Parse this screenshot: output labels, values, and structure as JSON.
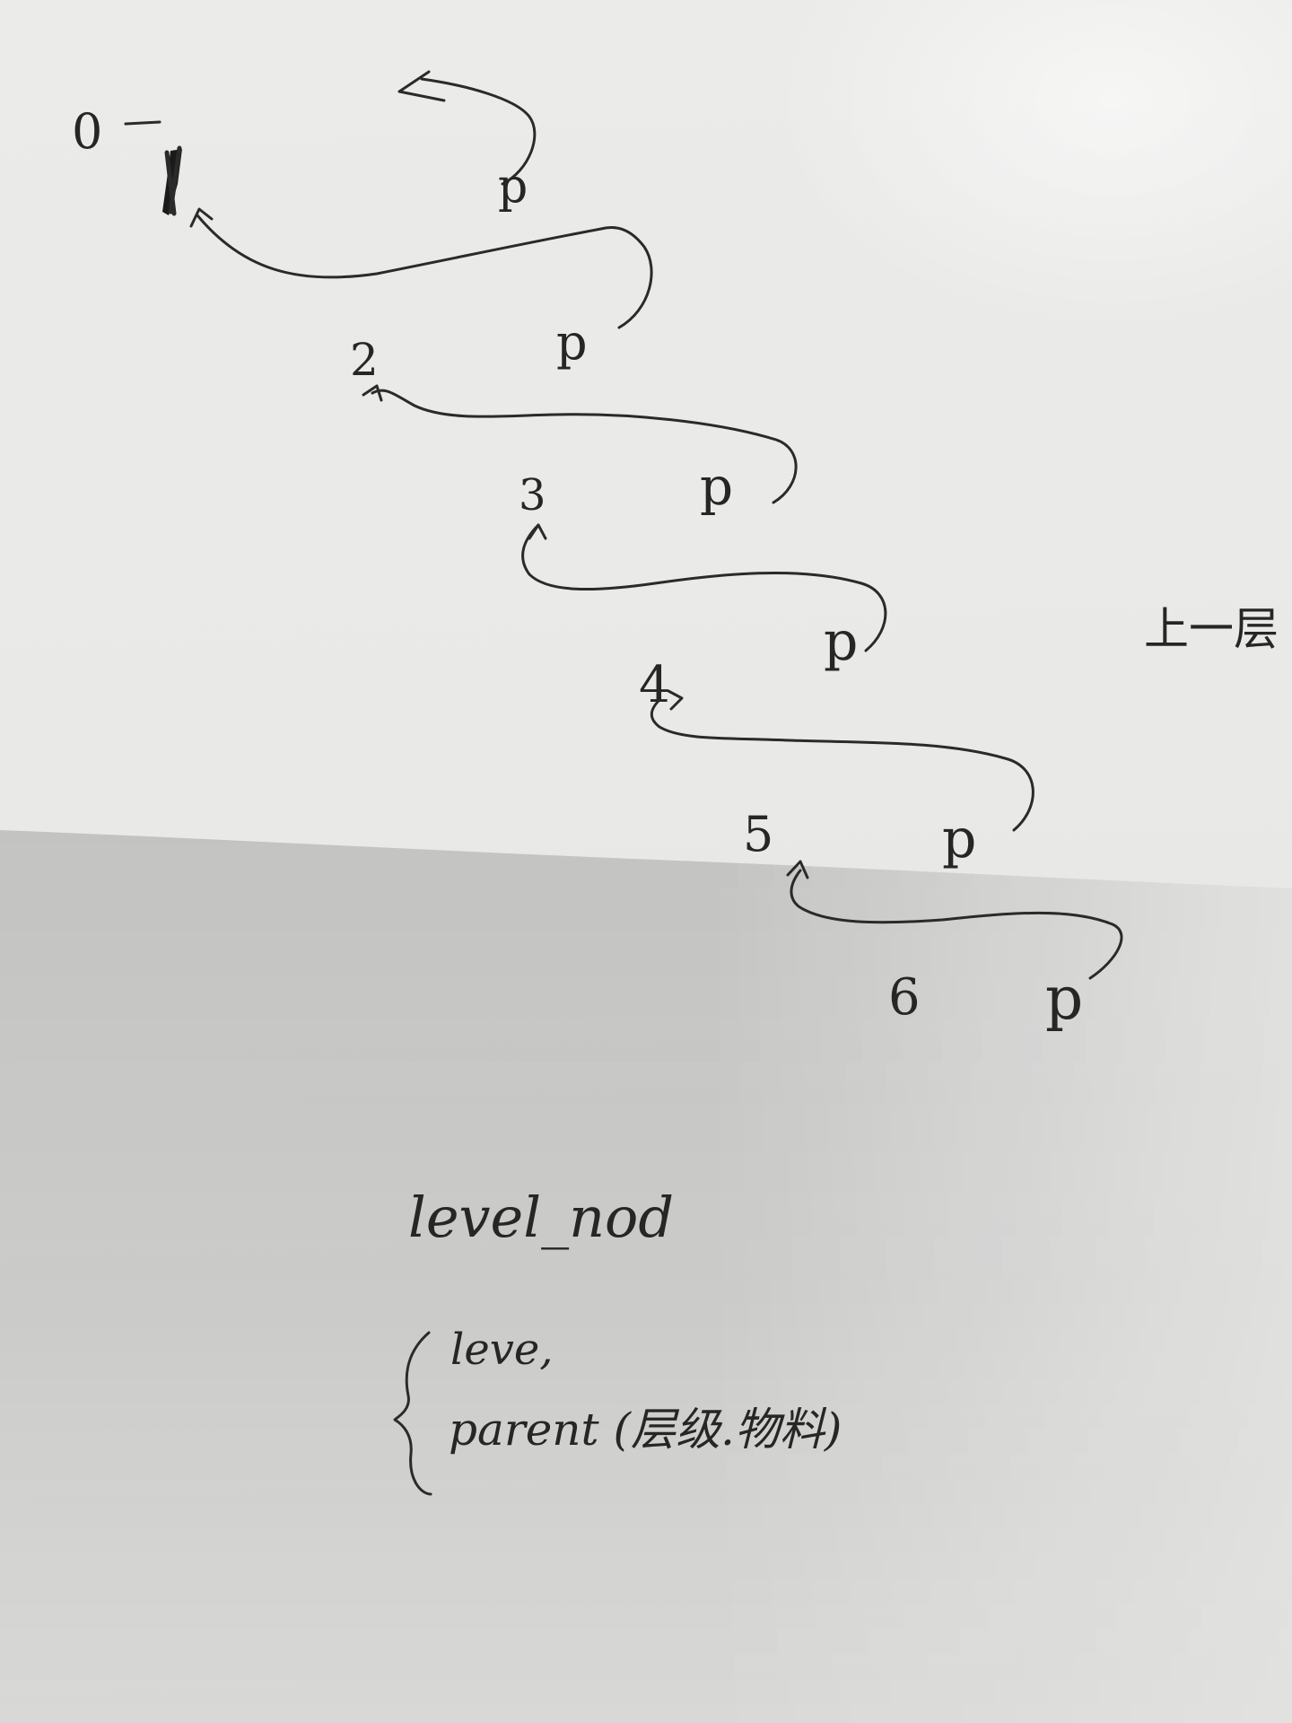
{
  "sketch": {
    "levels": [
      "0",
      "2",
      "3",
      "4",
      "5",
      "6"
    ],
    "parent_marks": [
      "p",
      "p",
      "p",
      "p",
      "p",
      "p"
    ],
    "side_note": "上一层",
    "structure_name": "level_nod",
    "fields": {
      "field_1": "leve,",
      "field_2": "parent (层级.物料)"
    }
  }
}
